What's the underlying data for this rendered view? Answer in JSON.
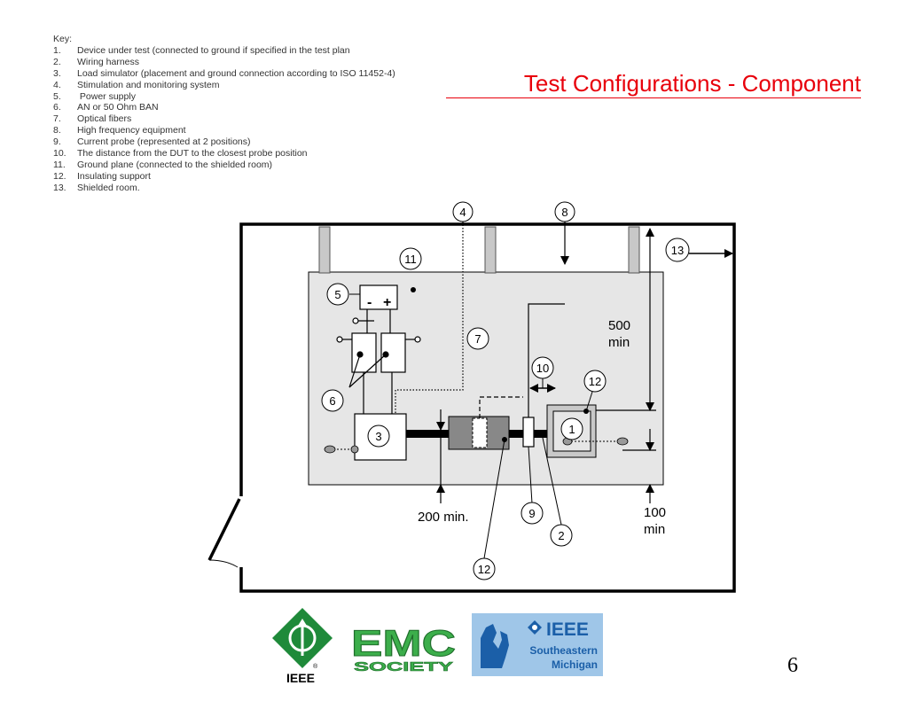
{
  "key": {
    "title": "Key:",
    "items": [
      {
        "num": "1.",
        "text": "Device under test (connected to ground if specified in the test plan"
      },
      {
        "num": "2.",
        "text": "Wiring harness"
      },
      {
        "num": "3.",
        "text": "Load simulator (placement and ground connection according to ISO 11452-4)"
      },
      {
        "num": "4.",
        "text": "Stimulation and monitoring system"
      },
      {
        "num": "5.",
        "text": " Power supply"
      },
      {
        "num": "6.",
        "text": "AN or 50 Ohm BAN"
      },
      {
        "num": "7.",
        "text": "Optical fibers"
      },
      {
        "num": "8.",
        "text": "High frequency equipment"
      },
      {
        "num": "9.",
        "text": "Current probe (represented at 2 positions)"
      },
      {
        "num": "10.",
        "text": "The distance from the DUT to the closest probe position"
      },
      {
        "num": "11.",
        "text": "Ground plane (connected to the shielded room)"
      },
      {
        "num": "12.",
        "text": "Insulating support"
      },
      {
        "num": "13.",
        "text": "Shielded room."
      }
    ]
  },
  "title": "Test Configurations - Component",
  "diagram": {
    "callouts": {
      "c1": "1",
      "c2": "2",
      "c3": "3",
      "c4": "4",
      "c5": "5",
      "c6": "6",
      "c7": "7",
      "c8": "8",
      "c9": "9",
      "c10": "10",
      "c11": "11",
      "c12a": "12",
      "c12b": "12",
      "c13": "13"
    },
    "dims": {
      "d500": "500",
      "d500min": "min",
      "d200": "200 min.",
      "d100": "100",
      "d100min": "min"
    },
    "psu": {
      "minus": "-",
      "plus": "+"
    }
  },
  "logos": {
    "ieee": "IEEE",
    "emc_top": "EMC",
    "emc_bottom": "SOCIETY",
    "ieee_sem_top": "IEEE",
    "ieee_sem_mid": "Southeastern",
    "ieee_sem_bot": "Michigan"
  },
  "page_number": "6",
  "colors": {
    "title": "#e8000b",
    "ground_plane": "#e6e6e6",
    "ieee_green": "#1f8a3a",
    "emc_green": "#3cae4b",
    "ieee_blue": "#1b5fa8",
    "sem_bg": "#9fc6e8"
  }
}
